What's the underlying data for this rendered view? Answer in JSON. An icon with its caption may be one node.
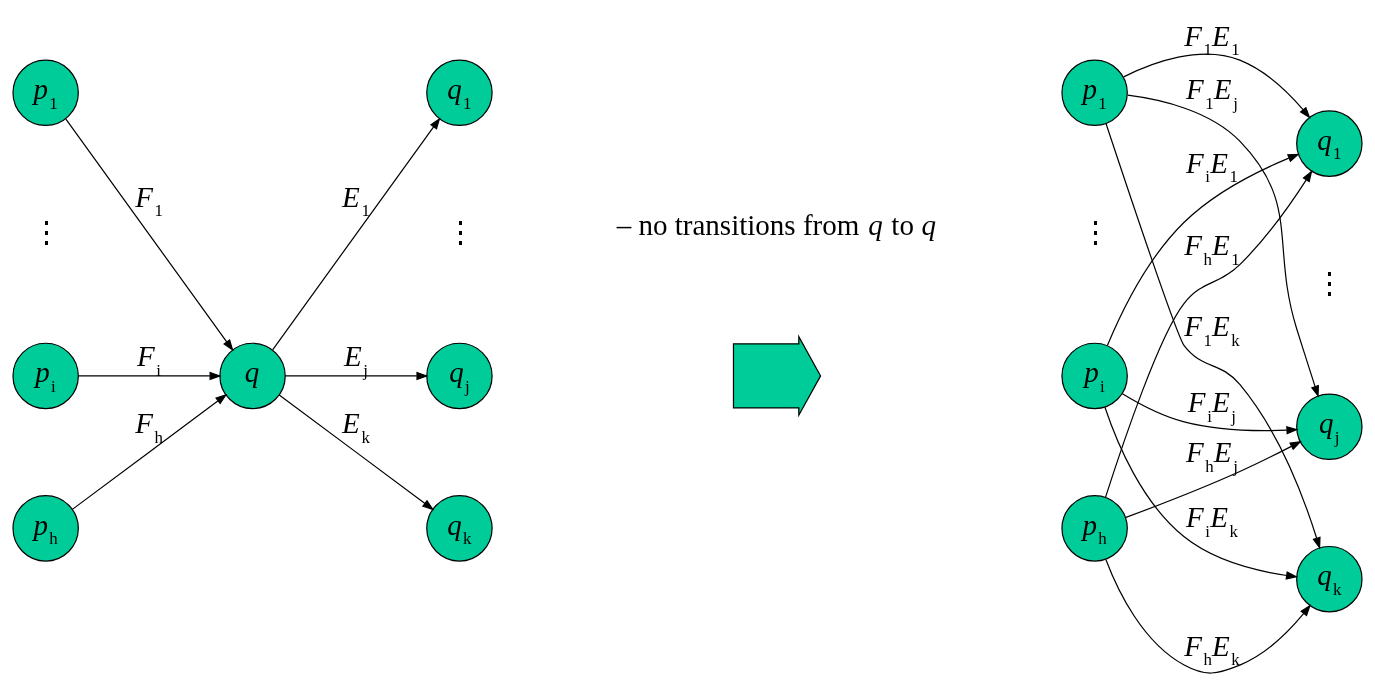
{
  "diagram": {
    "nodes": [
      {
        "text": [
          "*p*$_{1}$"
        ]
      },
      {
        "text": [
          "*p*$_{i}$"
        ]
      },
      {
        "text": [
          "*p*$_{h}$"
        ]
      },
      {
        "text": [
          "*q*"
        ]
      },
      {
        "text": [
          "*q*$_{1}$"
        ]
      },
      {
        "text": [
          "*q*$_{j}$"
        ]
      },
      {
        "text": [
          "*q*$_{k}$"
        ]
      },
      {
        "text": [],
        "shape": "arrow"
      },
      {
        "text": [
          "*p*$_{1}$"
        ]
      },
      {
        "text": [
          "*p*$_{i}$"
        ]
      },
      {
        "text": [
          "*p*$_{h}$"
        ]
      },
      {
        "text": [
          "*q*$_{1}$"
        ]
      },
      {
        "text": [
          "*q*$_{j}$"
        ]
      },
      {
        "text": [
          "*q*$_{k}$"
        ]
      }
    ],
    "edges": [
      {
        "from": 0,
        "to": 3,
        "arrow": "to",
        "label": "*F*$_{1}$"
      },
      {
        "from": 1,
        "to": 3,
        "arrow": "to",
        "label": "*F*$_{i}$"
      },
      {
        "from": 2,
        "to": 3,
        "arrow": "to",
        "label": "*F*$_{h}$"
      },
      {
        "from": 3,
        "to": 4,
        "arrow": "to",
        "label": "*E*$_{1}$"
      },
      {
        "from": 3,
        "to": 5,
        "arrow": "to",
        "label": "*E*$_{j}$"
      },
      {
        "from": 3,
        "to": 6,
        "arrow": "to",
        "label": "*E*$_{k}$"
      },
      {
        "from": 8,
        "to": 11,
        "arrow": "to",
        "label": "*F*$_{1}$*E*$_{1}$"
      },
      {
        "from": 8,
        "to": 12,
        "arrow": "to",
        "label": "*F*$_{1}$*E*$_{j}$"
      },
      {
        "from": 8,
        "to": 13,
        "arrow": "to",
        "label": "*F*$_{1}$*E*$_{k}$"
      },
      {
        "from": 9,
        "to": 11,
        "arrow": "to",
        "label": "*F*$_{i}$*E*$_{1}$"
      },
      {
        "from": 9,
        "to": 12,
        "arrow": "to",
        "label": "*F*$_{i}$*E*$_{j}$"
      },
      {
        "from": 9,
        "to": 13,
        "arrow": "to",
        "label": "*F*$_{i}$*E*$_{k}$"
      },
      {
        "from": 10,
        "to": 11,
        "arrow": "to",
        "label": "*F*$_{h}$*E*$_{1}$"
      },
      {
        "from": 10,
        "to": 12,
        "arrow": "to",
        "label": "*F*$_{h}$*E*$_{j}$"
      },
      {
        "from": 10,
        "to": 13,
        "arrow": "to",
        "label": "*F*$_{h}$*E*$_{k}$"
      }
    ],
    "labels": [
      "– no transitions from *q* to *q*",
      "⋮",
      "⋮",
      "⋮",
      "⋮"
    ]
  }
}
